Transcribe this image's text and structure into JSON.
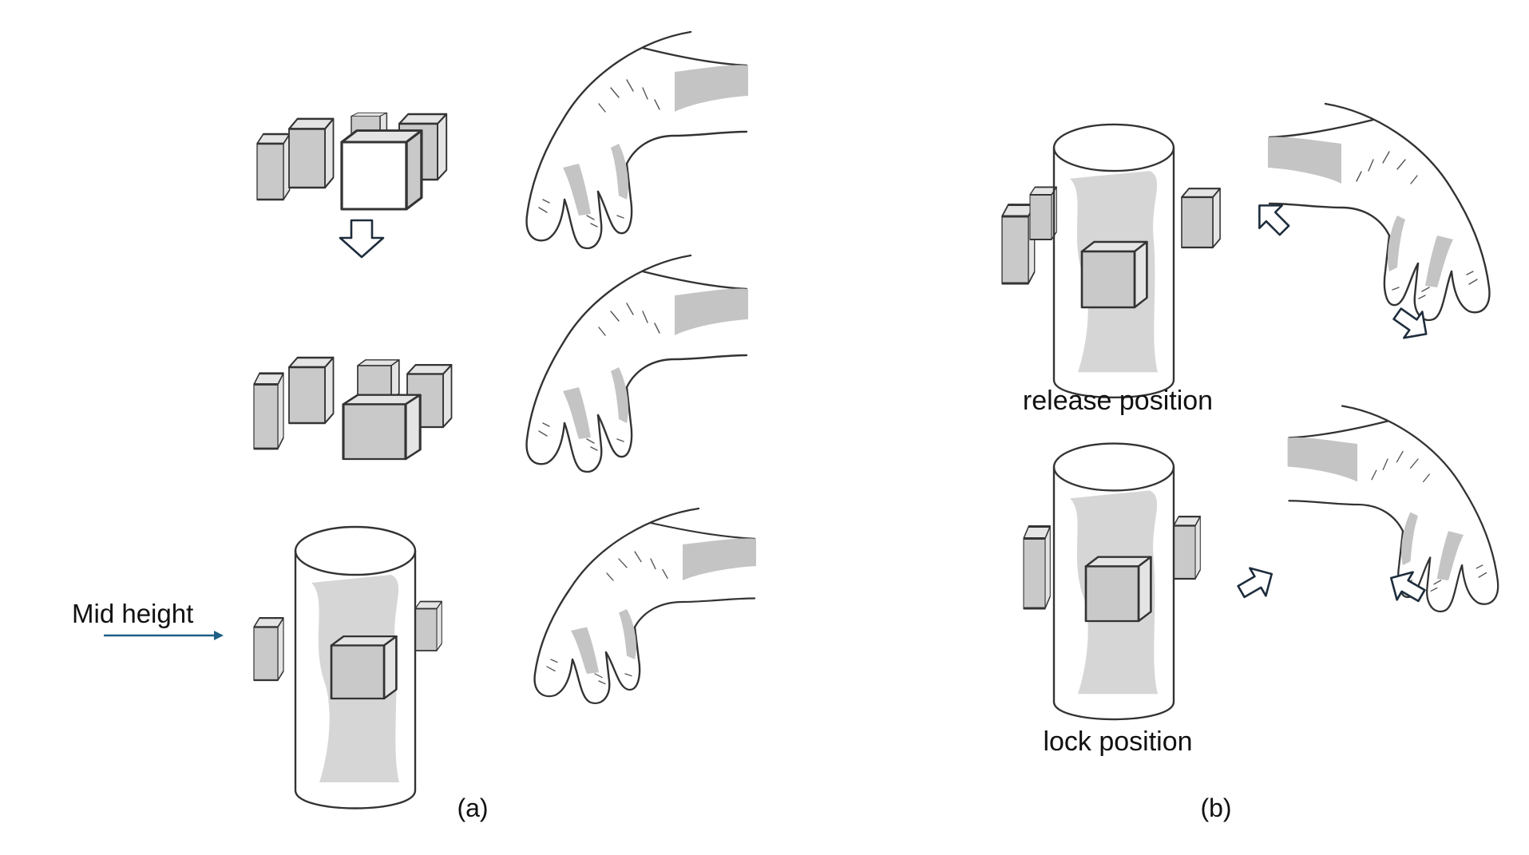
{
  "labels": {
    "mid_height": "Mid height",
    "release_position": "release position",
    "lock_position": "lock position",
    "panel_a": "(a)",
    "panel_b": "(b)"
  },
  "colors": {
    "ink": "#333333",
    "shading": "#c4c4c4",
    "pointer_arrow": "#1f5f85",
    "outline_arrow": "#1e2d3d"
  }
}
